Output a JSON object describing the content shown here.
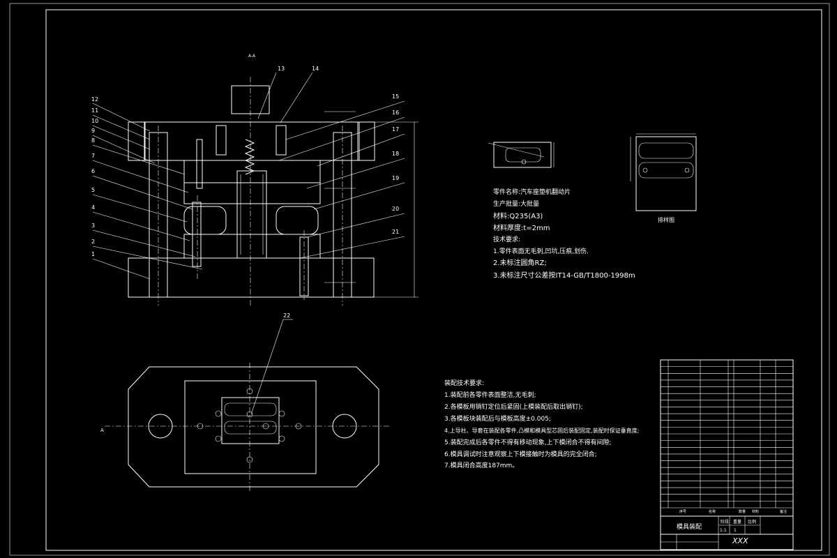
{
  "section_label": "A-A",
  "section_marker": "A",
  "part_callouts": [
    "1",
    "2",
    "3",
    "4",
    "5",
    "6",
    "7",
    "8",
    "9",
    "10",
    "11",
    "12",
    "13",
    "14",
    "15",
    "16",
    "17",
    "18",
    "19",
    "20",
    "21",
    "22"
  ],
  "part_info": {
    "name": "零件名称:汽车座垫机翻动片",
    "batch": "生产批量:大批量",
    "material": "材料:Q235(A3)",
    "thickness": "材料厚度:t=2mm",
    "tech_title": "技术要求:",
    "tech_items": [
      "1.零件表面无毛刺,凹坑,压痕,划伤.",
      "2.未标注圆角RZ;",
      "3.未标注尺寸公差按IT14-GB/T1800-1998m"
    ]
  },
  "layout_label": "排样图",
  "assembly_requirements": {
    "title": "装配技术要求:",
    "items": [
      "1.装配前各零件表面整洁,无毛刺;",
      "2.各模板用销钉定位后紧固(上模装配后取出销钉);",
      "3.各模板块装配后与模板高度±0.005;",
      "4.上导柱、导套在装配各零件,凸模和模具型芯固后装配固定,装配时保证垂直度;",
      "5.装配完成后各零件不得有移动现象,上下模闭合不得有间隙;",
      "6.模具调试时注意观察上下模接触时为模具的完全闭合;",
      "7.模具闭合高度187mm。"
    ]
  },
  "title_block": {
    "drawing_title": "模具装配",
    "stage_label": "阶段",
    "weight_label": "重量",
    "scale_label": "比例",
    "scale_value": "1:1",
    "sheet_value": "1",
    "header_no": "序号",
    "header_name": "名称",
    "header_qty": "数量",
    "header_material": "材料",
    "header_note": "备注",
    "designer": "XXX"
  },
  "colors": {
    "background": "#000000",
    "lines": "#ffffff"
  }
}
